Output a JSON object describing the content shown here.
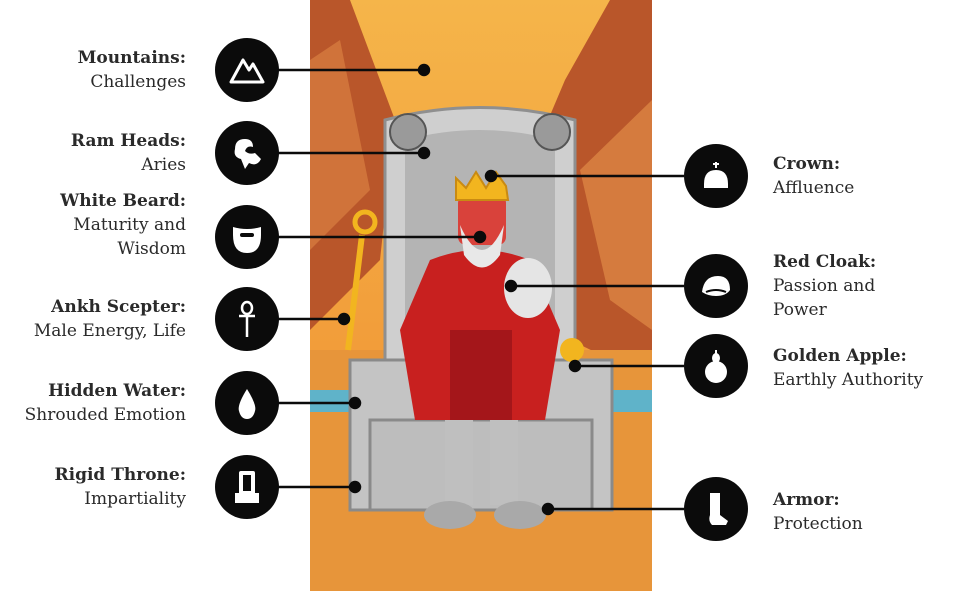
{
  "labels": {
    "mountains": {
      "title": "Mountains:",
      "desc": "Challenges"
    },
    "ram_heads": {
      "title": "Ram Heads:",
      "desc": "Aries"
    },
    "white_beard": {
      "title": "White Beard:",
      "desc1": "Maturity and",
      "desc2": "Wisdom"
    },
    "ankh_scepter": {
      "title": "Ankh Scepter:",
      "desc": "Male Energy, Life"
    },
    "hidden_water": {
      "title": "Hidden Water:",
      "desc": "Shrouded Emotion"
    },
    "rigid_throne": {
      "title": "Rigid Throne:",
      "desc": "Impartiality"
    },
    "crown": {
      "title": "Crown:",
      "desc": "Affluence"
    },
    "red_cloak": {
      "title": "Red Cloak:",
      "desc1": "Passion and",
      "desc2": "Power"
    },
    "golden_apple": {
      "title": "Golden Apple:",
      "desc": "Earthly Authority"
    },
    "armor": {
      "title": "Armor:",
      "desc": "Protection"
    }
  },
  "icons": [
    "mountain-icon",
    "ram-head-icon",
    "beard-icon",
    "ankh-icon",
    "water-drop-icon",
    "throne-icon",
    "crown-icon",
    "cloak-icon",
    "apple-icon",
    "boot-icon"
  ],
  "colors": {
    "sky": "#f2a23a",
    "sky_light": "#f7c15a",
    "mountain": "#c2642c",
    "ground": "#e79a3a",
    "water": "#5fb3c9",
    "throne": "#c9c9c9",
    "throne_dark": "#8f8f8f",
    "cloak": "#c8201f",
    "skin": "#d9423b",
    "gold": "#f2b51f",
    "icon_bg": "#0b0b0b",
    "text": "#2a2a2a"
  }
}
